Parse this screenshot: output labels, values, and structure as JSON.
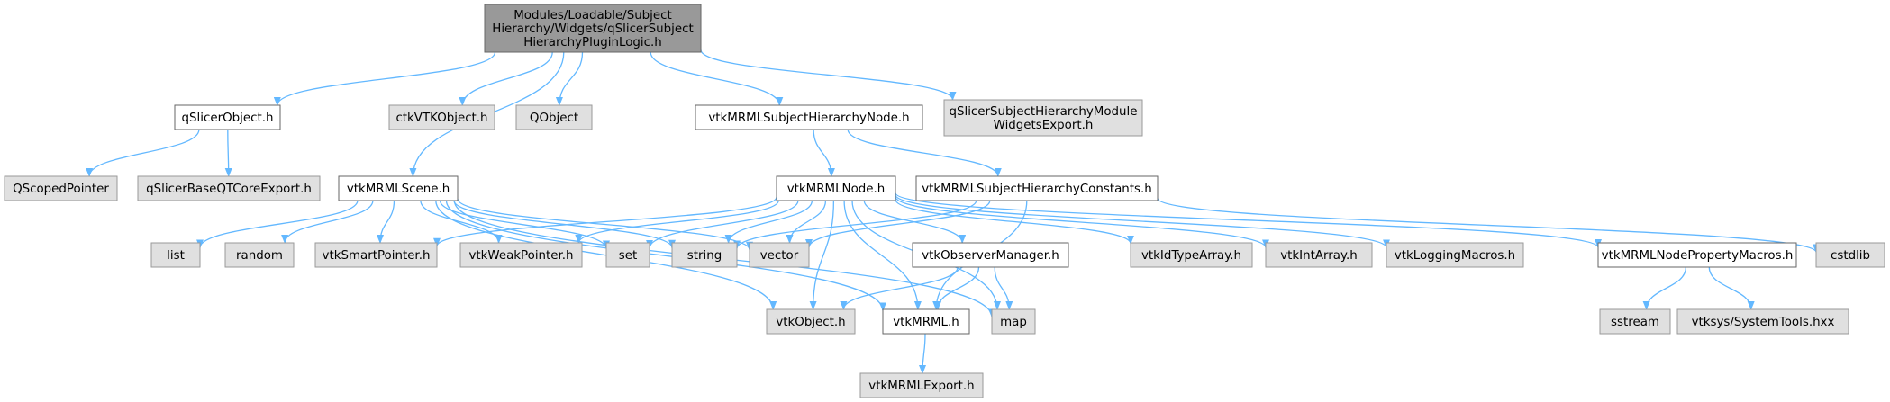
{
  "colors": {
    "edge": "#63b8ff",
    "root_fill": "#999999",
    "root_border": "#666666",
    "local_fill": "#ffffff",
    "local_border": "#666666",
    "external_fill": "#e0e0e0",
    "external_border": "#999999",
    "text": "#000000"
  },
  "nodes": [
    {
      "id": "root",
      "kind": "root",
      "lines": [
        "Modules/Loadable/Subject",
        "Hierarchy/Widgets/qSlicerSubject",
        "HierarchyPluginLogic.h"
      ]
    },
    {
      "id": "qSlicerObject",
      "kind": "local",
      "lines": [
        "qSlicerObject.h"
      ]
    },
    {
      "id": "ctkVTKObject",
      "kind": "external",
      "lines": [
        "ctkVTKObject.h"
      ]
    },
    {
      "id": "QObject",
      "kind": "external",
      "lines": [
        "QObject"
      ]
    },
    {
      "id": "vtkMRMLSubjectHierarchyNode",
      "kind": "local",
      "lines": [
        "vtkMRMLSubjectHierarchyNode.h"
      ]
    },
    {
      "id": "qSlicerSubjectHierarchyModuleWidgetsExport",
      "kind": "external",
      "lines": [
        "qSlicerSubjectHierarchyModule",
        "WidgetsExport.h"
      ]
    },
    {
      "id": "QScopedPointer",
      "kind": "external",
      "lines": [
        "QScopedPointer"
      ]
    },
    {
      "id": "qSlicerBaseQTCoreExport",
      "kind": "external",
      "lines": [
        "qSlicerBaseQTCoreExport.h"
      ]
    },
    {
      "id": "vtkMRMLScene",
      "kind": "local",
      "lines": [
        "vtkMRMLScene.h"
      ]
    },
    {
      "id": "vtkMRMLNode",
      "kind": "local",
      "lines": [
        "vtkMRMLNode.h"
      ]
    },
    {
      "id": "vtkMRMLSubjectHierarchyConstants",
      "kind": "local",
      "lines": [
        "vtkMRMLSubjectHierarchyConstants.h"
      ]
    },
    {
      "id": "list",
      "kind": "external",
      "lines": [
        "list"
      ]
    },
    {
      "id": "random",
      "kind": "external",
      "lines": [
        "random"
      ]
    },
    {
      "id": "vtkSmartPointer",
      "kind": "external",
      "lines": [
        "vtkSmartPointer.h"
      ]
    },
    {
      "id": "vtkWeakPointer",
      "kind": "external",
      "lines": [
        "vtkWeakPointer.h"
      ]
    },
    {
      "id": "set",
      "kind": "external",
      "lines": [
        "set"
      ]
    },
    {
      "id": "string",
      "kind": "external",
      "lines": [
        "string"
      ]
    },
    {
      "id": "vector",
      "kind": "external",
      "lines": [
        "vector"
      ]
    },
    {
      "id": "vtkObserverManager",
      "kind": "local",
      "lines": [
        "vtkObserverManager.h"
      ]
    },
    {
      "id": "vtkIdTypeArray",
      "kind": "external",
      "lines": [
        "vtkIdTypeArray.h"
      ]
    },
    {
      "id": "vtkIntArray",
      "kind": "external",
      "lines": [
        "vtkIntArray.h"
      ]
    },
    {
      "id": "vtkLoggingMacros",
      "kind": "external",
      "lines": [
        "vtkLoggingMacros.h"
      ]
    },
    {
      "id": "vtkMRMLNodePropertyMacros",
      "kind": "local",
      "lines": [
        "vtkMRMLNodePropertyMacros.h"
      ]
    },
    {
      "id": "cstdlib",
      "kind": "external",
      "lines": [
        "cstdlib"
      ]
    },
    {
      "id": "vtkObject",
      "kind": "external",
      "lines": [
        "vtkObject.h"
      ]
    },
    {
      "id": "vtkMRML",
      "kind": "local",
      "lines": [
        "vtkMRML.h"
      ]
    },
    {
      "id": "map",
      "kind": "external",
      "lines": [
        "map"
      ]
    },
    {
      "id": "sstream",
      "kind": "external",
      "lines": [
        "sstream"
      ]
    },
    {
      "id": "vtksysSystemTools",
      "kind": "external",
      "lines": [
        "vtksys/SystemTools.hxx"
      ]
    },
    {
      "id": "vtkMRMLExport",
      "kind": "external",
      "lines": [
        "vtkMRMLExport.h"
      ]
    }
  ],
  "edges": [
    [
      "root",
      "qSlicerObject"
    ],
    [
      "root",
      "ctkVTKObject"
    ],
    [
      "root",
      "QObject"
    ],
    [
      "root",
      "vtkMRMLScene"
    ],
    [
      "root",
      "vtkMRMLSubjectHierarchyNode"
    ],
    [
      "root",
      "qSlicerSubjectHierarchyModuleWidgetsExport"
    ],
    [
      "qSlicerObject",
      "QScopedPointer"
    ],
    [
      "qSlicerObject",
      "qSlicerBaseQTCoreExport"
    ],
    [
      "vtkMRMLSubjectHierarchyNode",
      "vtkMRMLNode"
    ],
    [
      "vtkMRMLSubjectHierarchyNode",
      "vtkMRMLSubjectHierarchyConstants"
    ],
    [
      "vtkMRMLScene",
      "list"
    ],
    [
      "vtkMRMLScene",
      "random"
    ],
    [
      "vtkMRMLScene",
      "vtkSmartPointer"
    ],
    [
      "vtkMRMLScene",
      "vtkWeakPointer"
    ],
    [
      "vtkMRMLScene",
      "set"
    ],
    [
      "vtkMRMLScene",
      "string"
    ],
    [
      "vtkMRMLScene",
      "vector"
    ],
    [
      "vtkMRMLScene",
      "vtkObject"
    ],
    [
      "vtkMRMLScene",
      "vtkMRML"
    ],
    [
      "vtkMRMLScene",
      "map"
    ],
    [
      "vtkMRMLNode",
      "vtkSmartPointer"
    ],
    [
      "vtkMRMLNode",
      "vtkWeakPointer"
    ],
    [
      "vtkMRMLNode",
      "set"
    ],
    [
      "vtkMRMLNode",
      "string"
    ],
    [
      "vtkMRMLNode",
      "vector"
    ],
    [
      "vtkMRMLNode",
      "vtkObserverManager"
    ],
    [
      "vtkMRMLNode",
      "vtkIdTypeArray"
    ],
    [
      "vtkMRMLNode",
      "vtkIntArray"
    ],
    [
      "vtkMRMLNode",
      "vtkLoggingMacros"
    ],
    [
      "vtkMRMLNode",
      "vtkMRMLNodePropertyMacros"
    ],
    [
      "vtkMRMLNode",
      "vtkObject"
    ],
    [
      "vtkMRMLNode",
      "vtkMRML"
    ],
    [
      "vtkMRMLNode",
      "map"
    ],
    [
      "vtkMRMLSubjectHierarchyConstants",
      "string"
    ],
    [
      "vtkMRMLSubjectHierarchyConstants",
      "vector"
    ],
    [
      "vtkMRMLSubjectHierarchyConstants",
      "cstdlib"
    ],
    [
      "vtkMRMLSubjectHierarchyConstants",
      "vtkMRML"
    ],
    [
      "vtkObserverManager",
      "vtkObject"
    ],
    [
      "vtkObserverManager",
      "vtkMRML"
    ],
    [
      "vtkObserverManager",
      "map"
    ],
    [
      "vtkMRMLNodePropertyMacros",
      "sstream"
    ],
    [
      "vtkMRMLNodePropertyMacros",
      "vtksysSystemTools"
    ],
    [
      "vtkMRML",
      "vtkMRMLExport"
    ]
  ]
}
